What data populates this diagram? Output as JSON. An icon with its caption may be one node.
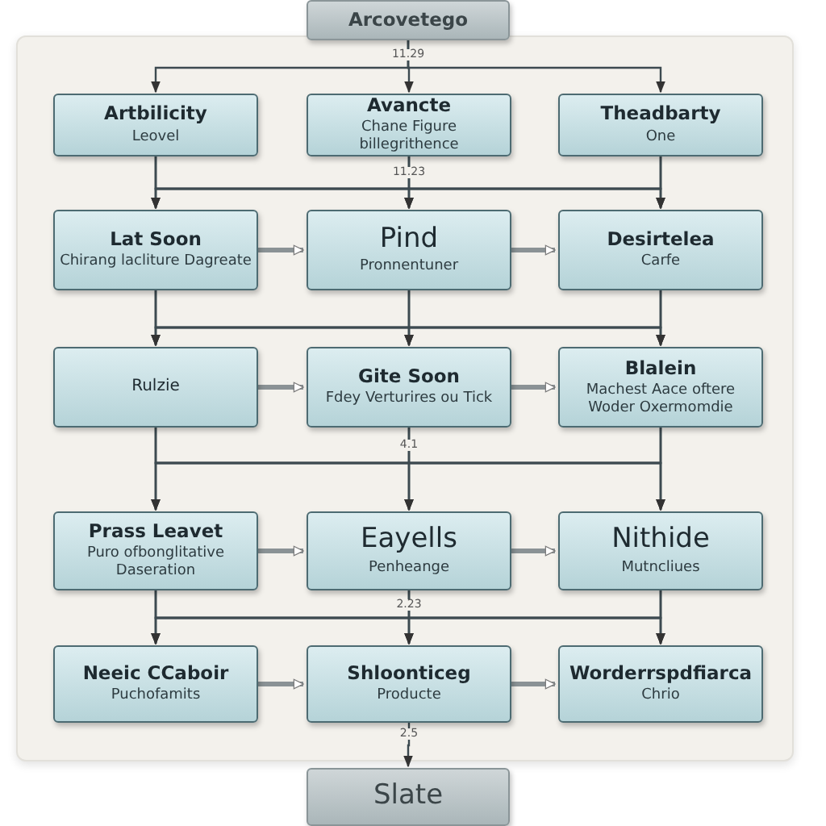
{
  "diagram": {
    "nodes": [
      {
        "text": [
          "Arcovetego"
        ]
      },
      {
        "text": [
          "Artbilicity",
          "Leovel"
        ]
      },
      {
        "text": [
          "Avancte",
          "Chane Figure billegrithence"
        ]
      },
      {
        "text": [
          "Theadbarty",
          "One"
        ]
      },
      {
        "text": [
          "Lat Soon",
          "Chirang lacliture Dagreate"
        ]
      },
      {
        "text": [
          "Pind",
          "Pronnentuner"
        ]
      },
      {
        "text": [
          "Desirtelea",
          "Carfe"
        ]
      },
      {
        "text": [
          "Rulzie"
        ]
      },
      {
        "text": [
          "Gite Soon",
          "Fdey Verturires ou Tick"
        ]
      },
      {
        "text": [
          "Blalein",
          "Machest Aace oftere Woder Oxermomdie"
        ]
      },
      {
        "text": [
          "Prass Leavet",
          "Puro ofbonglitative Daseration"
        ]
      },
      {
        "text": [
          "Eayells",
          "Penheange"
        ]
      },
      {
        "text": [
          "Nithide",
          "Mutncliues"
        ]
      },
      {
        "text": [
          "Neeic CCaboir",
          "Puchofamits"
        ]
      },
      {
        "text": [
          "Shloonticeg",
          "Producte"
        ]
      },
      {
        "text": [
          "Worderrspdfiarca",
          "Chrio"
        ]
      },
      {
        "text": [
          "Slate"
        ]
      }
    ],
    "edges": [
      {
        "from": 0,
        "to": 1,
        "arrow": "to"
      },
      {
        "from": 0,
        "to": 2,
        "arrow": "to",
        "label": "11.29"
      },
      {
        "from": 0,
        "to": 3,
        "arrow": "to"
      },
      {
        "from": 1,
        "to": 4,
        "arrow": "to"
      },
      {
        "from": 1,
        "to": 5,
        "arrow": "to"
      },
      {
        "from": 1,
        "to": 6,
        "arrow": "to"
      },
      {
        "from": 2,
        "to": 4,
        "arrow": "to"
      },
      {
        "from": 2,
        "to": 5,
        "arrow": "to",
        "label": "11.23"
      },
      {
        "from": 2,
        "to": 6,
        "arrow": "to"
      },
      {
        "from": 3,
        "to": 4,
        "arrow": "to"
      },
      {
        "from": 3,
        "to": 5,
        "arrow": "to"
      },
      {
        "from": 3,
        "to": 6,
        "arrow": "to"
      },
      {
        "from": 4,
        "to": 5,
        "arrow": "to",
        "style": "thick"
      },
      {
        "from": 5,
        "to": 6,
        "arrow": "to",
        "style": "thick"
      },
      {
        "from": 4,
        "to": 7,
        "arrow": "to"
      },
      {
        "from": 4,
        "to": 8,
        "arrow": "to"
      },
      {
        "from": 4,
        "to": 9,
        "arrow": "to"
      },
      {
        "from": 5,
        "to": 7,
        "arrow": "to"
      },
      {
        "from": 5,
        "to": 8,
        "arrow": "to"
      },
      {
        "from": 5,
        "to": 9,
        "arrow": "to"
      },
      {
        "from": 6,
        "to": 7,
        "arrow": "to"
      },
      {
        "from": 6,
        "to": 8,
        "arrow": "to"
      },
      {
        "from": 6,
        "to": 9,
        "arrow": "to"
      },
      {
        "from": 7,
        "to": 8,
        "arrow": "to",
        "style": "thick"
      },
      {
        "from": 8,
        "to": 9,
        "arrow": "to",
        "style": "thick"
      },
      {
        "from": 7,
        "to": 10,
        "arrow": "to"
      },
      {
        "from": 7,
        "to": 11,
        "arrow": "to"
      },
      {
        "from": 7,
        "to": 12,
        "arrow": "to"
      },
      {
        "from": 8,
        "to": 10,
        "arrow": "to"
      },
      {
        "from": 8,
        "to": 11,
        "arrow": "to",
        "label": "4.1"
      },
      {
        "from": 8,
        "to": 12,
        "arrow": "to"
      },
      {
        "from": 9,
        "to": 10,
        "arrow": "to"
      },
      {
        "from": 9,
        "to": 11,
        "arrow": "to"
      },
      {
        "from": 9,
        "to": 12,
        "arrow": "to"
      },
      {
        "from": 10,
        "to": 11,
        "arrow": "to",
        "style": "thick"
      },
      {
        "from": 11,
        "to": 12,
        "arrow": "to",
        "style": "thick"
      },
      {
        "from": 10,
        "to": 13,
        "arrow": "to"
      },
      {
        "from": 10,
        "to": 14,
        "arrow": "to"
      },
      {
        "from": 10,
        "to": 15,
        "arrow": "to"
      },
      {
        "from": 11,
        "to": 13,
        "arrow": "to"
      },
      {
        "from": 11,
        "to": 14,
        "arrow": "to",
        "label": "2.23"
      },
      {
        "from": 11,
        "to": 15,
        "arrow": "to"
      },
      {
        "from": 12,
        "to": 13,
        "arrow": "to"
      },
      {
        "from": 12,
        "to": 14,
        "arrow": "to"
      },
      {
        "from": 12,
        "to": 15,
        "arrow": "to"
      },
      {
        "from": 13,
        "to": 14,
        "arrow": "to",
        "style": "thick"
      },
      {
        "from": 14,
        "to": 15,
        "arrow": "to",
        "style": "thick"
      },
      {
        "from": 14,
        "to": 16,
        "arrow": "to",
        "label": "2.5"
      }
    ]
  }
}
